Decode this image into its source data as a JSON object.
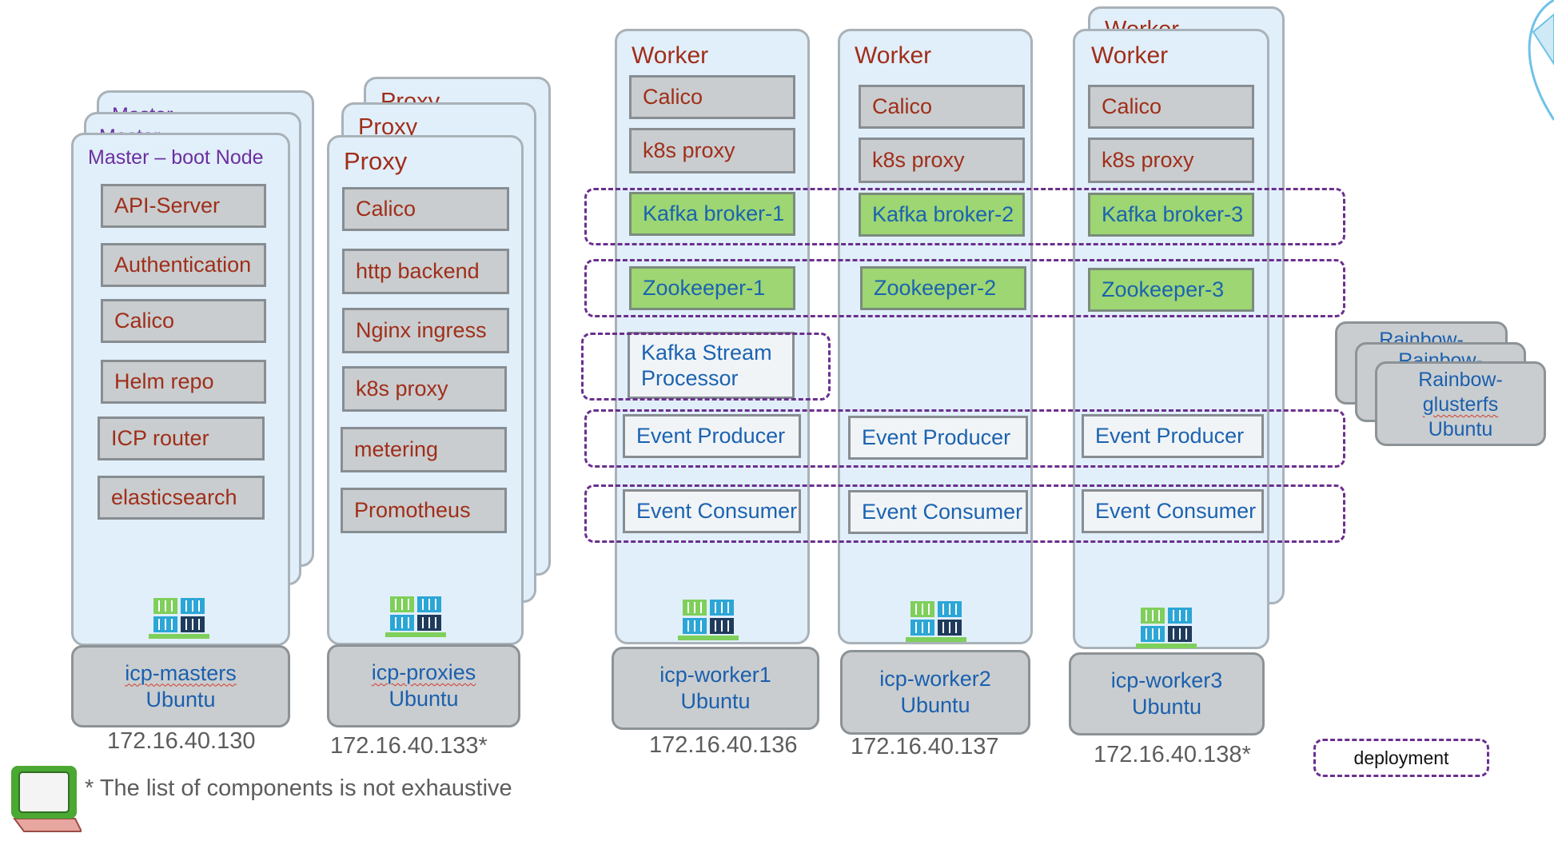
{
  "master": {
    "stack_label": "Master",
    "title": "Master – boot Node",
    "components": [
      "API-Server",
      "Authentication",
      "Calico",
      "Helm repo",
      "ICP router",
      "elasticsearch"
    ],
    "host_name": "icp-masters",
    "host_os": "Ubuntu",
    "ip": "172.16.40.130"
  },
  "proxy": {
    "stack_label": "Proxy",
    "title": "Proxy",
    "components": [
      "Calico",
      "http backend",
      "Nginx ingress",
      "k8s proxy",
      "metering",
      "Promotheus"
    ],
    "host_name": "icp-proxies",
    "host_os": "Ubuntu",
    "ip": "172.16.40.133*"
  },
  "worker1": {
    "title": "Worker",
    "components": [
      "Calico",
      "k8s proxy",
      "Kafka broker-1",
      "Zookeeper-1",
      "Kafka Stream Processor",
      "Event Producer",
      "Event Consumer"
    ],
    "host_name": "icp-worker1",
    "host_os": "Ubuntu",
    "ip": "172.16.40.136"
  },
  "worker2": {
    "title": "Worker",
    "components": [
      "Calico",
      "k8s proxy",
      "Kafka broker-2",
      "Zookeeper-2",
      "Event Producer",
      "Event Consumer"
    ],
    "host_name": "icp-worker2",
    "host_os": "Ubuntu",
    "ip": "172.16.40.137"
  },
  "worker3": {
    "stack_label": "Worker",
    "title": "Worker",
    "components": [
      "Calico",
      "k8s proxy",
      "Kafka broker-3",
      "Zookeeper-3",
      "Event Producer",
      "Event Consumer"
    ],
    "host_name": "icp-worker3",
    "host_os": "Ubuntu",
    "ip": "172.16.40.138*"
  },
  "storage": {
    "stack_label": "Rainbow-",
    "line1": "Rainbow-",
    "line2": "glusterfs",
    "line3": "Ubuntu"
  },
  "footnote": "* The list of components is not exhaustive",
  "legend": {
    "label": "deployment"
  },
  "colors": {
    "node_fill": "#e1effa",
    "component_fill": "#c9cdcf",
    "highlight_fill": "#9dd672",
    "component_text": "#a02e1a",
    "app_text": "#1b63b0",
    "deployment_border": "#6b2f8e",
    "master_title": "#6b2fa0"
  },
  "icons": [
    "container-stack-icon",
    "laptop-icon",
    "arc-decoration"
  ]
}
